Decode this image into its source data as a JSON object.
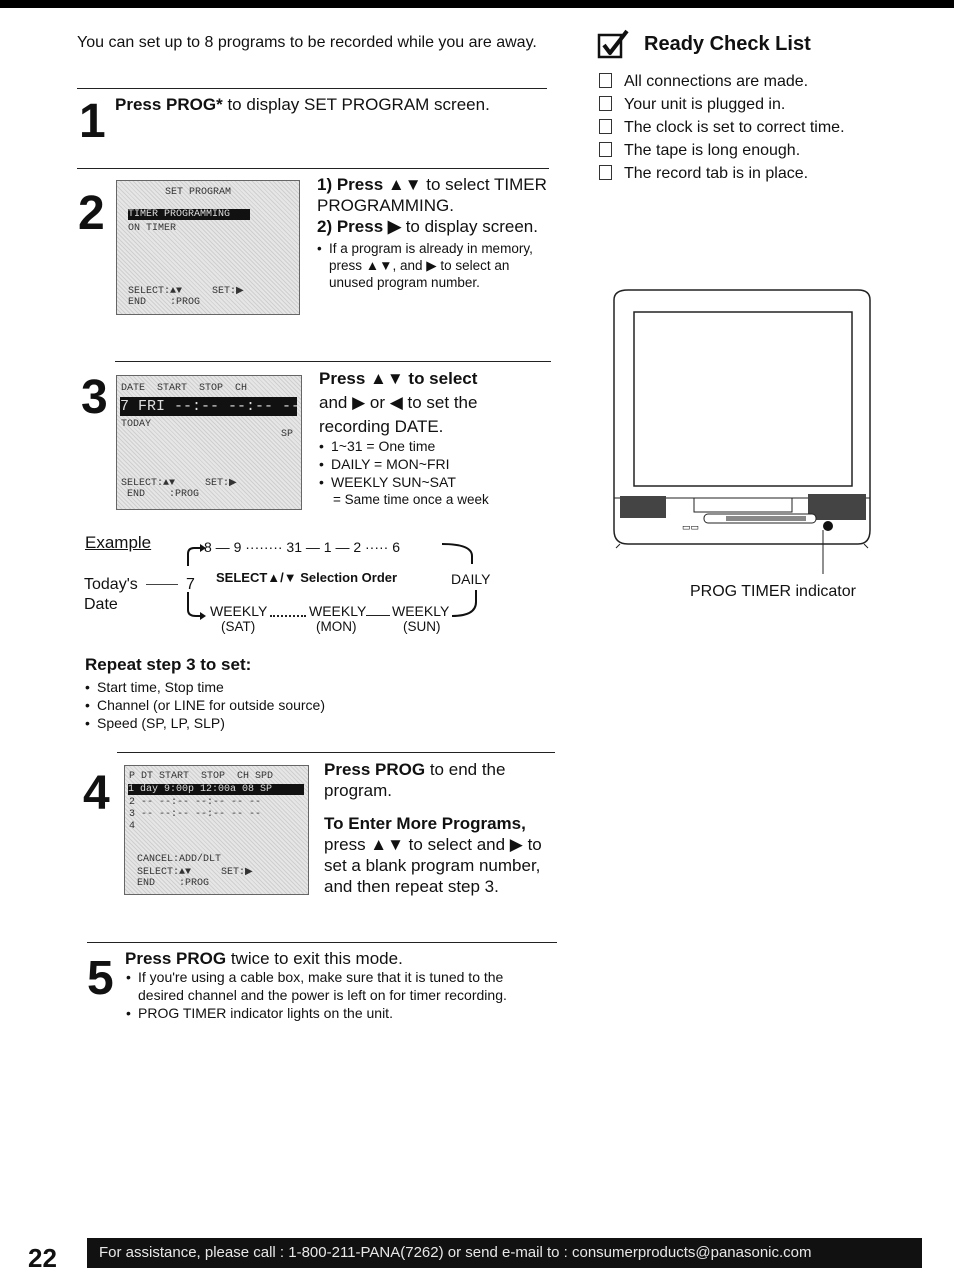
{
  "intro": "You can set up to 8 programs to be recorded while you are away.",
  "step1": {
    "number": "1",
    "bold": "Press PROG*",
    "text": " to display SET PROGRAM screen."
  },
  "step2": {
    "number": "2",
    "screen": {
      "title": "SET PROGRAM",
      "line1": "TIMER PROGRAMMING",
      "line2": "ON TIMER",
      "select": "SELECT:▲▼     SET:▶",
      "end": "END    :PROG"
    },
    "i1_bold": "1) Press ▲▼",
    "i1_text": " to select TIMER PROGRAMMING.",
    "i2_bold": "2) Press ▶",
    "i2_text": " to display screen.",
    "note": "If a program is already in memory, press ▲▼, and ▶ to select an unused program number."
  },
  "step3": {
    "number": "3",
    "screen": {
      "header": "DATE  START  STOP  CH",
      "row": "7 FRI --:-- --:-- --",
      "today": "TODAY",
      "sp": "SP",
      "select": "SELECT:▲▼     SET:▶",
      "end": "END    :PROG"
    },
    "line1": "Press ▲▼ to select",
    "line2": "and ▶ or ◀ to set the",
    "line3": "recording DATE.",
    "bullets": [
      "1~31 = One time",
      "DAILY = MON~FRI",
      "WEEKLY SUN~SAT"
    ],
    "bullet_sub": "= Same time once a week"
  },
  "example": {
    "label": "Example",
    "top_seq": "8 — 9 ········ 31 — 1 — 2 ····· 6",
    "today": "Today's",
    "date": "Date",
    "seven": "7",
    "order_label": "SELECT▲/▼ Selection Order",
    "daily": "DAILY",
    "weekly_sat": "WEEKLY",
    "sat": "(SAT)",
    "weekly_mon": "WEEKLY",
    "mon": "(MON)",
    "weekly_sun": "WEEKLY",
    "sun": "(SUN)"
  },
  "repeat": {
    "title": "Repeat step 3 to set:",
    "items": [
      "Start time, Stop time",
      "Channel (or LINE for outside source)",
      "Speed (SP, LP, SLP)"
    ]
  },
  "step4": {
    "number": "4",
    "screen": {
      "header": "P DT START  STOP  CH SPD",
      "row": "1 day 9:00p 12:00a 08 SP",
      "r2": "2 -- --:-- --:-- -- --",
      "r3": "3 -- --:-- --:-- -- --",
      "r4": "4",
      "cancel": "CANCEL:ADD/DLT",
      "select": "SELECT:▲▼     SET:▶",
      "end": "END    :PROG"
    },
    "bold": "Press PROG",
    "text": " to end the program.",
    "more_title": "To Enter More Programs,",
    "more_text": "press ▲▼ to select and ▶ to set a blank program number, and then repeat step 3."
  },
  "step5": {
    "number": "5",
    "bold": "Press PROG",
    "text": " twice to exit this mode.",
    "bullets": [
      "If you're using a cable box, make sure that it is tuned to the desired channel and the power is left on for timer recording.",
      "PROG TIMER indicator lights on the unit."
    ]
  },
  "checklist": {
    "title": "Ready Check List",
    "items": [
      "All connections are made.",
      "Your unit is plugged in.",
      "The clock is set to correct time.",
      "The tape is long enough.",
      "The record tab is in place."
    ]
  },
  "tv": {
    "indicator_label": "PROG TIMER indicator"
  },
  "footer": "For assistance, please call : 1-800-211-PANA(7262) or send e-mail to : consumerproducts@panasonic.com",
  "page_number": "22"
}
